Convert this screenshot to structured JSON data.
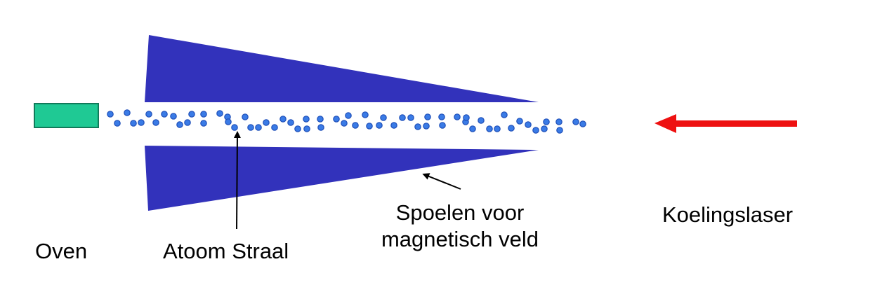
{
  "labels": {
    "oven": "Oven",
    "atom_beam": "Atoom Straal",
    "coils_line1": "Spoelen voor",
    "coils_line2": "magnetisch veld",
    "laser": "Koelingslaser"
  },
  "colors": {
    "oven": "#1fc994",
    "coils": "#3232bb",
    "atoms_fill": "#3a7be6",
    "atoms_stroke": "#1f4fb8",
    "laser": "#ee1111",
    "annotation": "#000000"
  },
  "icons": {
    "oven": "green-rectangle",
    "coils": "blue-wedge",
    "atom": "blue-dot",
    "laser": "red-arrow-left"
  }
}
